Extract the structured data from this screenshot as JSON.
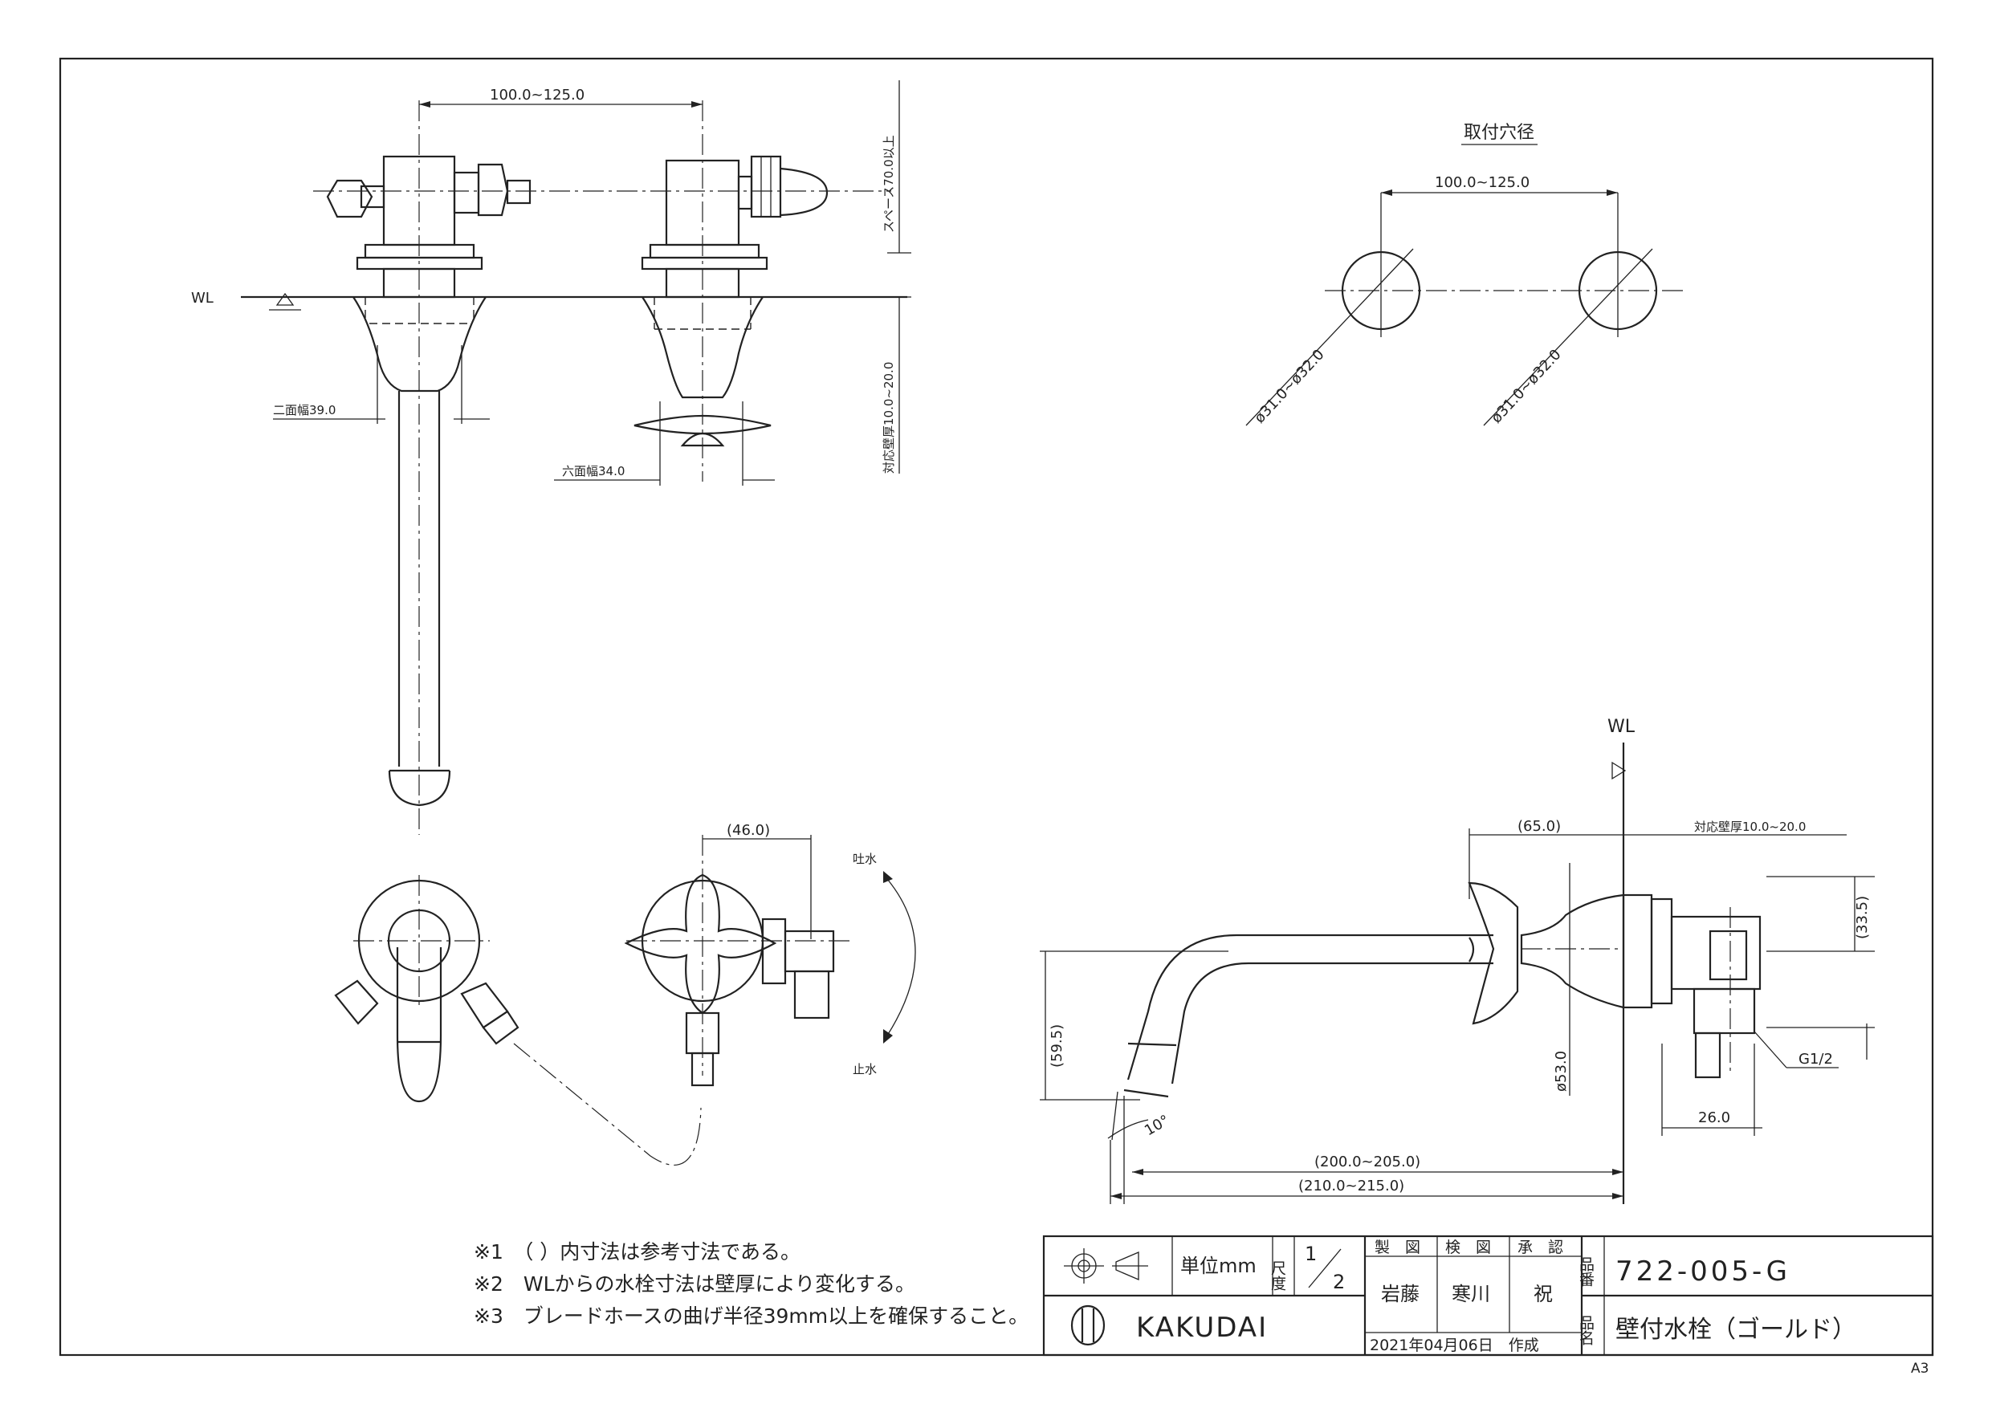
{
  "views": {
    "front": {
      "center_distance": "100.0~125.0",
      "space": "スペース70.0以上",
      "wall_thickness": "対応壁厚10.0~20.0",
      "wl": "WL",
      "two_flat_width": "二面幅39.0",
      "hex_width": "六面幅34.0"
    },
    "mounting_hole": {
      "title": "取付穴径",
      "center_distance": "100.0~125.0",
      "diameter_left": "ø31.0~ø32.0",
      "diameter_right": "ø31.0~ø32.0"
    },
    "top": {
      "dim_46": "(46.0)",
      "spout": "吐水",
      "stop": "止水"
    },
    "side": {
      "wl": "WL",
      "dim_65": "(65.0)",
      "wall_thickness": "対応壁厚10.0~20.0",
      "dim_33_5": "(33.5)",
      "dim_59_5": "(59.5)",
      "dia_53": "ø53.0",
      "thread": "G1/2",
      "dim_26": "26.0",
      "angle": "10°",
      "length_a": "(200.0~205.0)",
      "length_b": "(210.0~215.0)"
    }
  },
  "notes": [
    "※1　（  ）内寸法は参考寸法である。",
    "※2　WLからの水栓寸法は壁厚により変化する。",
    "※3　ブレードホースの曲げ半径39mm以上を確保すること。"
  ],
  "title_block": {
    "unit": "単位mm",
    "scale_label": "尺度",
    "scale_num": "1",
    "scale_den": "2",
    "made_label": "製　図",
    "check_label": "検　図",
    "approve_label": "承　認",
    "made_by": "岩藤",
    "checked_by": "寒川",
    "approved_by": "祝",
    "date": "2021年04月06日　作成",
    "part_no_label": "品番",
    "part_no": "722-005-G",
    "name_label": "品名",
    "name": "壁付水栓（ゴールド）",
    "brand": "KAKUDAI",
    "sheet_size": "A3"
  }
}
